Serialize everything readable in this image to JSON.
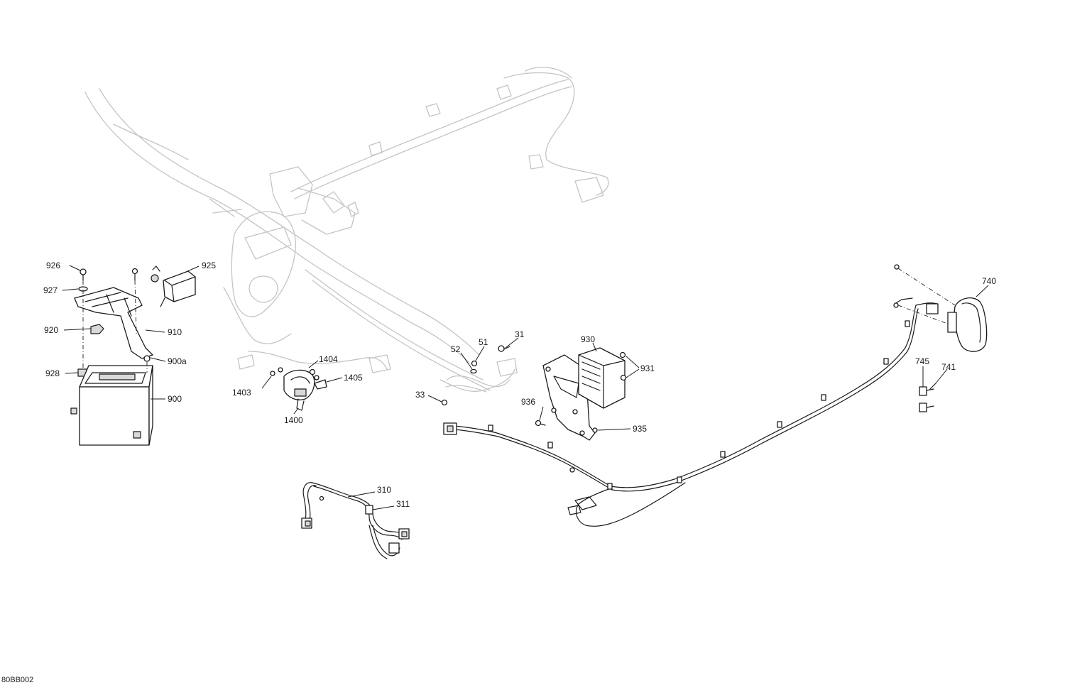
{
  "diagram": {
    "drawing_code": "80BB002",
    "callouts": {
      "c926": "926",
      "c927": "927",
      "c920": "920",
      "c928": "928",
      "c925": "925",
      "c910": "910",
      "c900a": "900a",
      "c900": "900",
      "c1404": "1404",
      "c1403": "1403",
      "c1405": "1405",
      "c1400": "1400",
      "c52": "52",
      "c51": "51",
      "c31": "31",
      "c33": "33",
      "c930": "930",
      "c931": "931",
      "c936": "936",
      "c935": "935",
      "c740": "740",
      "c745": "745",
      "c741": "741",
      "c310": "310",
      "c311": "311"
    }
  }
}
